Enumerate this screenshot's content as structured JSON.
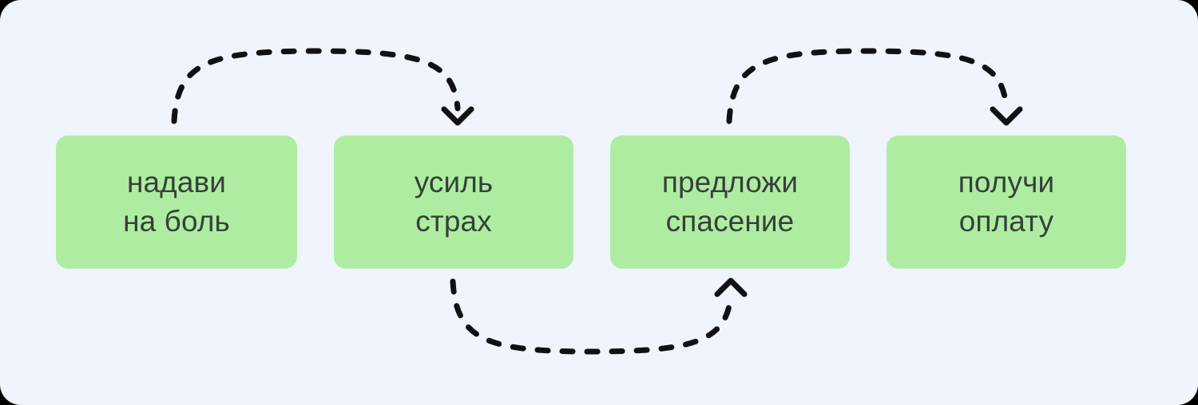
{
  "diagram": {
    "type": "flow-cycle",
    "background_color": "#eff4fd",
    "box_color": "#aeeda1",
    "text_color": "#36403a",
    "arrow_color": "#111111",
    "steps": [
      {
        "id": "step-1",
        "label": "надави\nна боль"
      },
      {
        "id": "step-2",
        "label": "усиль\nстрах"
      },
      {
        "id": "step-3",
        "label": "предложи\nспасение"
      },
      {
        "id": "step-4",
        "label": "получи\nоплату"
      }
    ],
    "arrows": [
      {
        "id": "arrow-top-left",
        "from": "step-1",
        "to": "step-2",
        "style": "dashed",
        "direction": "down",
        "position": "above"
      },
      {
        "id": "arrow-bottom",
        "from": "step-2",
        "to": "step-3",
        "style": "dashed",
        "direction": "up",
        "position": "below"
      },
      {
        "id": "arrow-top-right",
        "from": "step-3",
        "to": "step-4",
        "style": "dashed",
        "direction": "down",
        "position": "above"
      }
    ]
  }
}
